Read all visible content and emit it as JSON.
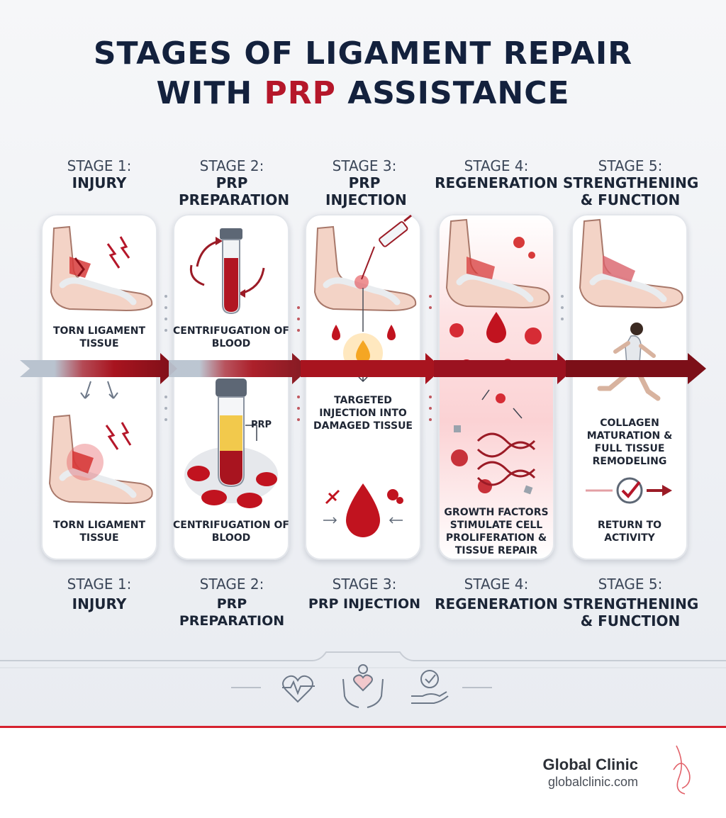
{
  "title": {
    "line1": "STAGES OF LIGAMENT REPAIR",
    "line2_pre": "WITH ",
    "line2_hl": "PRP",
    "line2_post": " ASSISTANCE"
  },
  "colors": {
    "navy": "#13213d",
    "red": "#b5172a",
    "grey_arrow": "#b9c3cf",
    "footer_red": "#d6212f"
  },
  "stages_top": [
    {
      "num": "STAGE 1:",
      "name": "INJURY"
    },
    {
      "num": "STAGE 2:",
      "name": "PRP PREPARATION"
    },
    {
      "num": "STAGE 3:",
      "name": "PRP INJECTION"
    },
    {
      "num": "STAGE 4:",
      "name": "REGENERATION"
    },
    {
      "num": "STAGE 5:",
      "name": "STRENGTHENING & FUNCTION"
    }
  ],
  "stages_bottom": [
    {
      "num": "STAGE 1:",
      "name": "INJURY"
    },
    {
      "num": "STAGE 2:",
      "name": "PRP PREPARATION"
    },
    {
      "num": "STAGE 3:",
      "name": "PRP INJECTION"
    },
    {
      "num": "STAGE 4:",
      "name": "REGENERATION"
    },
    {
      "num": "STAGE 5:",
      "name": "STRENGTHENING & FUNCTION"
    }
  ],
  "cards": {
    "c1": {
      "top_caption": "TORN LIGAMENT TISSUE",
      "bottom_caption": "TORN LIGAMENT TISSUE"
    },
    "c2": {
      "top_caption": "CENTRIFUGATION OF BLOOD",
      "bottom_caption": "CENTRIFUGATION OF BLOOD",
      "tube_label": "PRP"
    },
    "c3": {
      "caption": "TARGETED INJECTION INTO DAMAGED TISSUE"
    },
    "c4": {
      "caption": "GROWTH FACTORS STIMULATE CELL PROLIFERATION & TISSUE REPAIR"
    },
    "c5": {
      "caption": "COLLAGEN MATURATION & FULL TISSUE REMODELING",
      "bottom_caption": "RETURN TO ACTIVITY"
    }
  },
  "footer_icons": [
    "heartbeat-icon",
    "caring-hands-icon",
    "hand-check-icon"
  ],
  "brand": {
    "name": "Global Clinic",
    "url": "globalclinic.com"
  }
}
